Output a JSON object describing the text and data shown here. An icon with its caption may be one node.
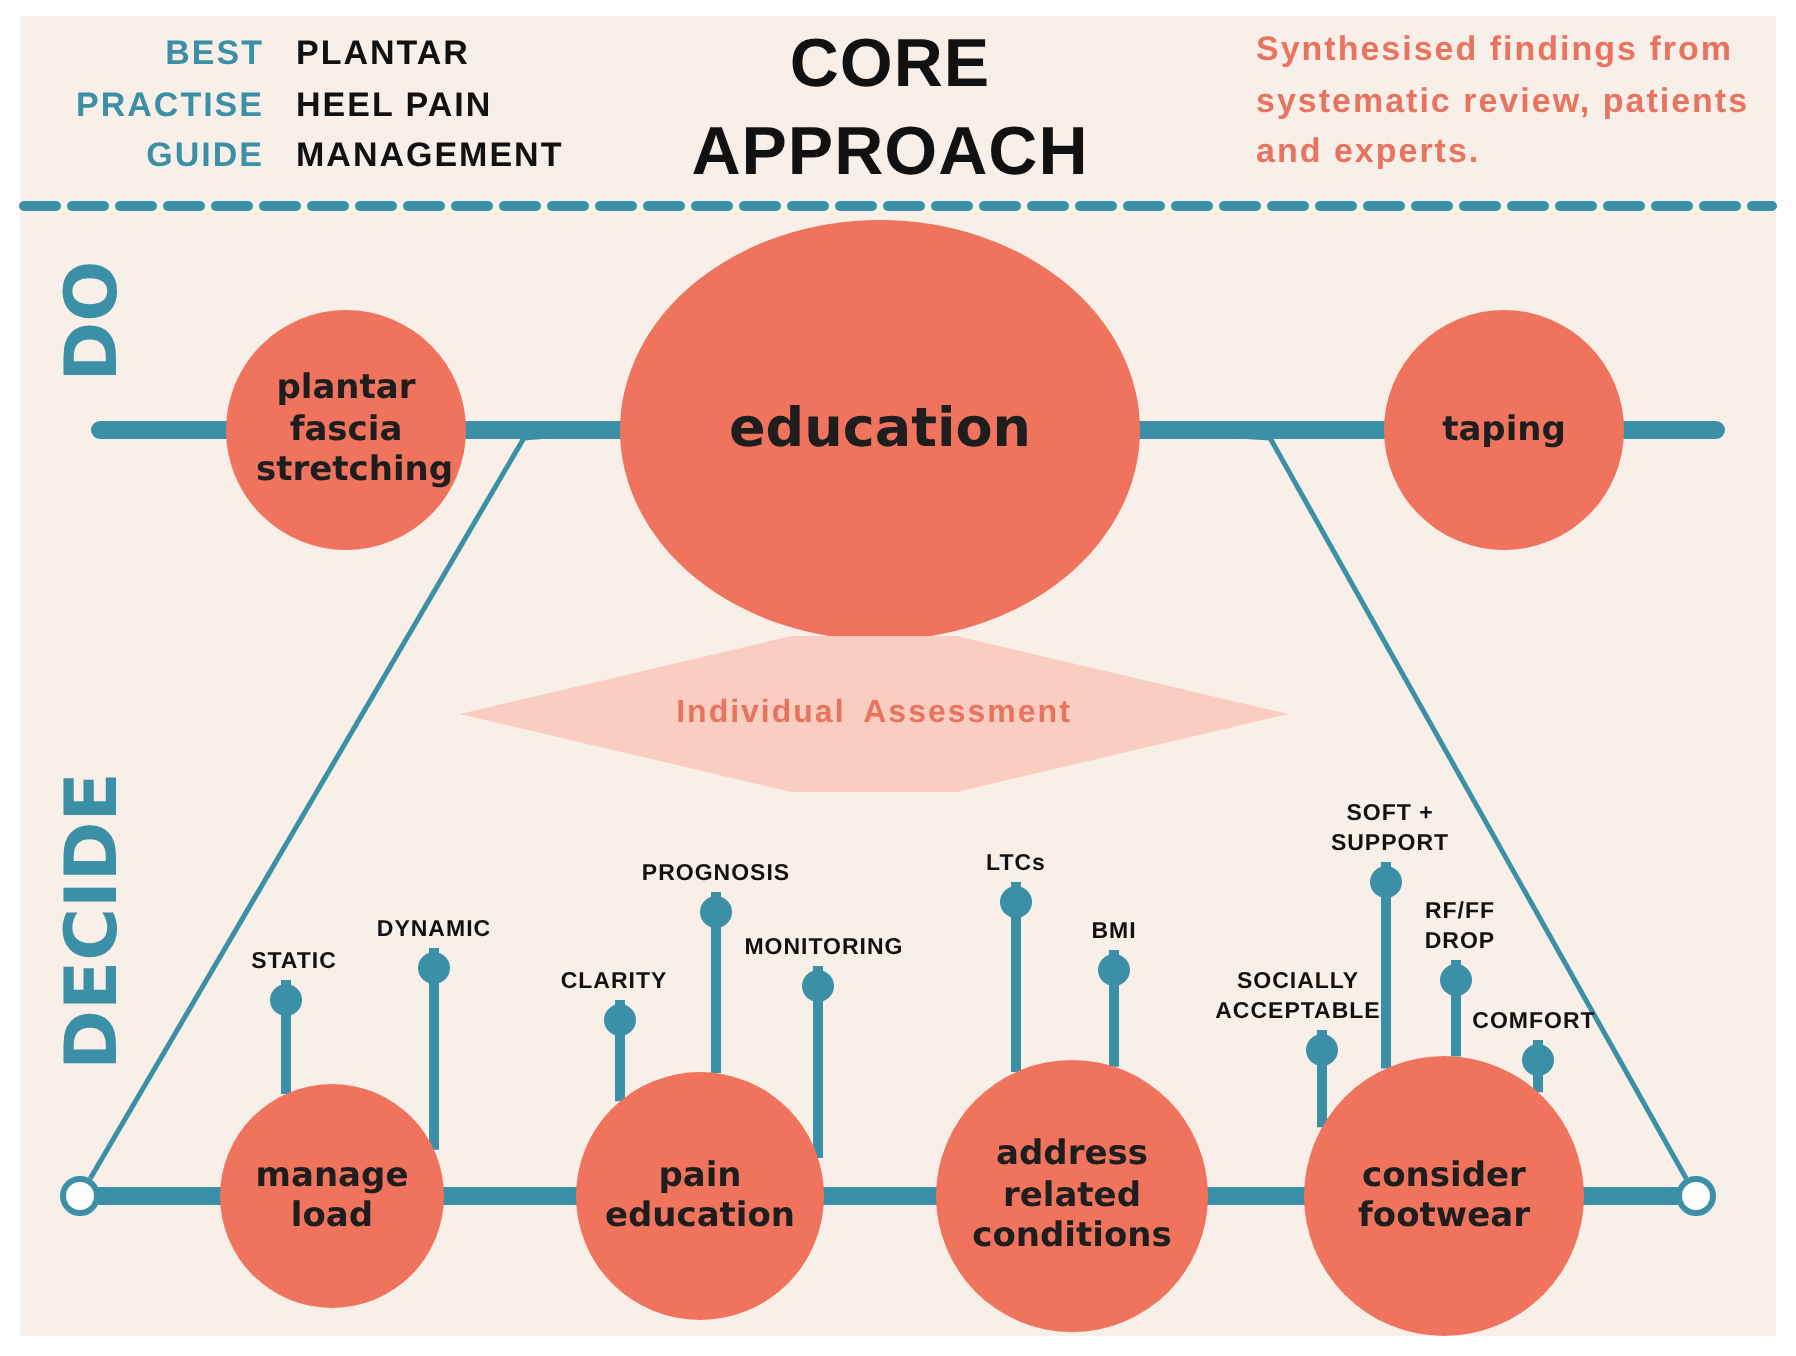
{
  "diagram": {
    "title": "CORE APPROACH",
    "nodes": [
      {
        "text": [
          "plantar fascia stretching"
        ]
      },
      {
        "text": [
          "education"
        ]
      },
      {
        "text": [
          "taping"
        ]
      },
      {
        "text": [
          "Individual Assessment"
        ]
      },
      {
        "text": [],
        "shape": "circle"
      },
      {
        "text": [
          "manage load"
        ]
      },
      {
        "text": [
          "pain education"
        ]
      },
      {
        "text": [
          "address related conditions"
        ]
      },
      {
        "text": [
          "consider footwear"
        ]
      },
      {
        "text": [],
        "shape": "circle"
      },
      {
        "text": [
          "STATIC"
        ]
      },
      {
        "text": [
          "DYNAMIC"
        ]
      },
      {
        "text": [
          "CLARITY"
        ]
      },
      {
        "text": [
          "PROGNOSIS"
        ]
      },
      {
        "text": [
          "MONITORING"
        ]
      },
      {
        "text": [
          "LTCs"
        ]
      },
      {
        "text": [
          "BMI"
        ]
      },
      {
        "text": [
          "SOCIALLY ACCEPTABLE"
        ]
      },
      {
        "text": [
          "SOFT + SUPPORT"
        ]
      },
      {
        "text": [
          "RF/FF DROP"
        ]
      },
      {
        "text": [
          "COMFORT"
        ]
      }
    ],
    "edges": [
      {
        "from": null,
        "to": 0,
        "arrow": "none",
        "style": "thick"
      },
      {
        "from": 0,
        "to": 1,
        "arrow": "none",
        "style": "thick"
      },
      {
        "from": 1,
        "to": 2,
        "arrow": "none",
        "style": "thick"
      },
      {
        "from": 2,
        "to": null,
        "arrow": "none",
        "style": "thick"
      },
      {
        "from": 1,
        "to": 4,
        "arrow": "none"
      },
      {
        "from": 1,
        "to": 9,
        "arrow": "none"
      },
      {
        "from": 4,
        "to": 5,
        "arrow": "none",
        "style": "thick"
      },
      {
        "from": 5,
        "to": 6,
        "arrow": "none",
        "style": "thick"
      },
      {
        "from": 6,
        "to": 7,
        "arrow": "none",
        "style": "thick"
      },
      {
        "from": 7,
        "to": 8,
        "arrow": "none",
        "style": "thick"
      },
      {
        "from": 8,
        "to": 9,
        "arrow": "none",
        "style": "thick"
      },
      {
        "from": 5,
        "to": 10,
        "arrow": "other"
      },
      {
        "from": 5,
        "to": 11,
        "arrow": "other"
      },
      {
        "from": 6,
        "to": 12,
        "arrow": "other"
      },
      {
        "from": 6,
        "to": 13,
        "arrow": "other"
      },
      {
        "from": 6,
        "to": 14,
        "arrow": "other"
      },
      {
        "from": 7,
        "to": 15,
        "arrow": "other"
      },
      {
        "from": 7,
        "to": 16,
        "arrow": "other"
      },
      {
        "from": 8,
        "to": 17,
        "arrow": "other"
      },
      {
        "from": 8,
        "to": 18,
        "arrow": "other"
      },
      {
        "from": 8,
        "to": 19,
        "arrow": "other"
      },
      {
        "from": 8,
        "to": 20,
        "arrow": "other"
      }
    ],
    "labels": [
      "BEST PRACTISE GUIDE",
      "PLANTAR HEEL PAIN MANAGEMENT",
      "Synthesised findings from systematic review, patients and experts.",
      "DO",
      "DECIDE"
    ]
  }
}
